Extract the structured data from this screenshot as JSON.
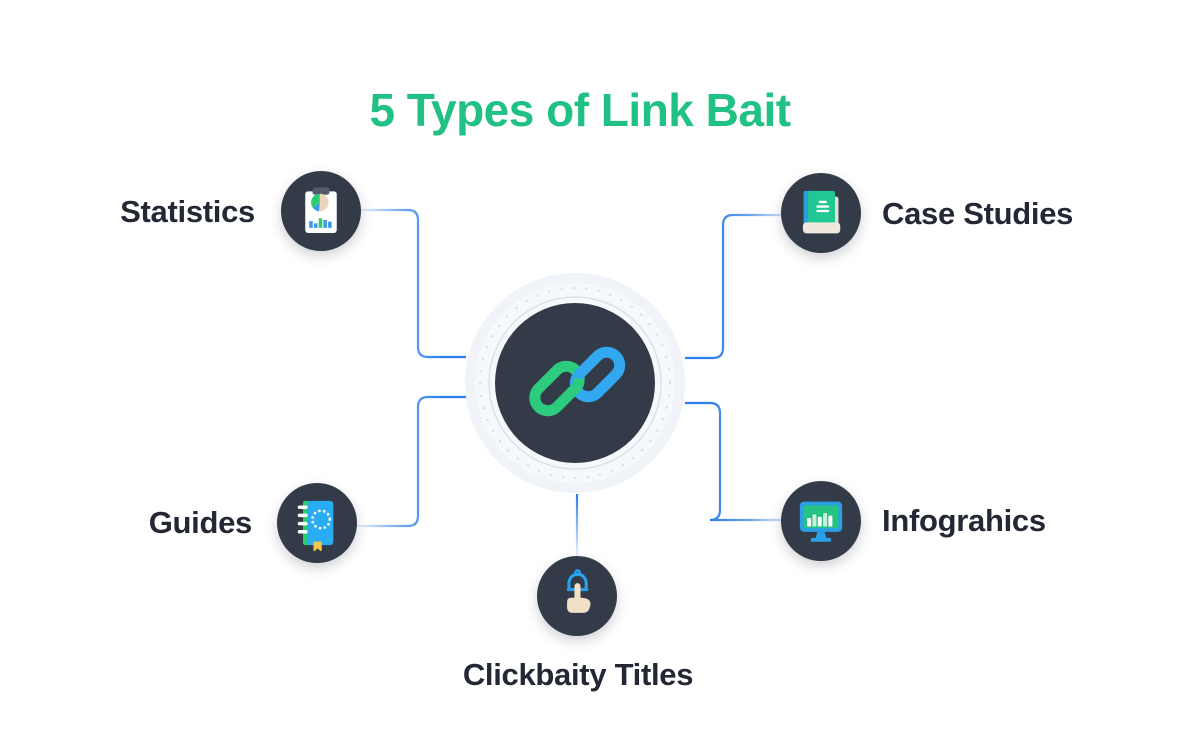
{
  "title": "5 Types of Link Bait",
  "colors": {
    "title_green": "#21C186",
    "label_dark": "#232834",
    "node_circle_bg": "#333B49",
    "connector_blue": "#2F80ED",
    "link_ring_green": "#2DCB7D",
    "link_ring_blue": "#31A8F0",
    "hub_outer_ring": "#F0F4F8",
    "icon_green": "#26C281",
    "icon_blue": "#2D9CDB",
    "icon_yellow": "#F5C84C",
    "icon_beige": "#F2DFC7"
  },
  "hub": {
    "icon": "chain-link-icon"
  },
  "nodes": [
    {
      "id": "statistics",
      "label": "Statistics",
      "icon": "clipboard-chart-icon",
      "position": "top-left"
    },
    {
      "id": "case-studies",
      "label": "Case Studies",
      "icon": "book-icon",
      "position": "top-right"
    },
    {
      "id": "guides",
      "label": "Guides",
      "icon": "notebook-icon",
      "position": "bottom-left"
    },
    {
      "id": "infographics",
      "label": "Infograhics",
      "icon": "monitor-chart-icon",
      "position": "bottom-right"
    },
    {
      "id": "clickbaity-titles",
      "label": "Clickbaity Titles",
      "icon": "click-hand-icon",
      "position": "bottom-center"
    }
  ]
}
